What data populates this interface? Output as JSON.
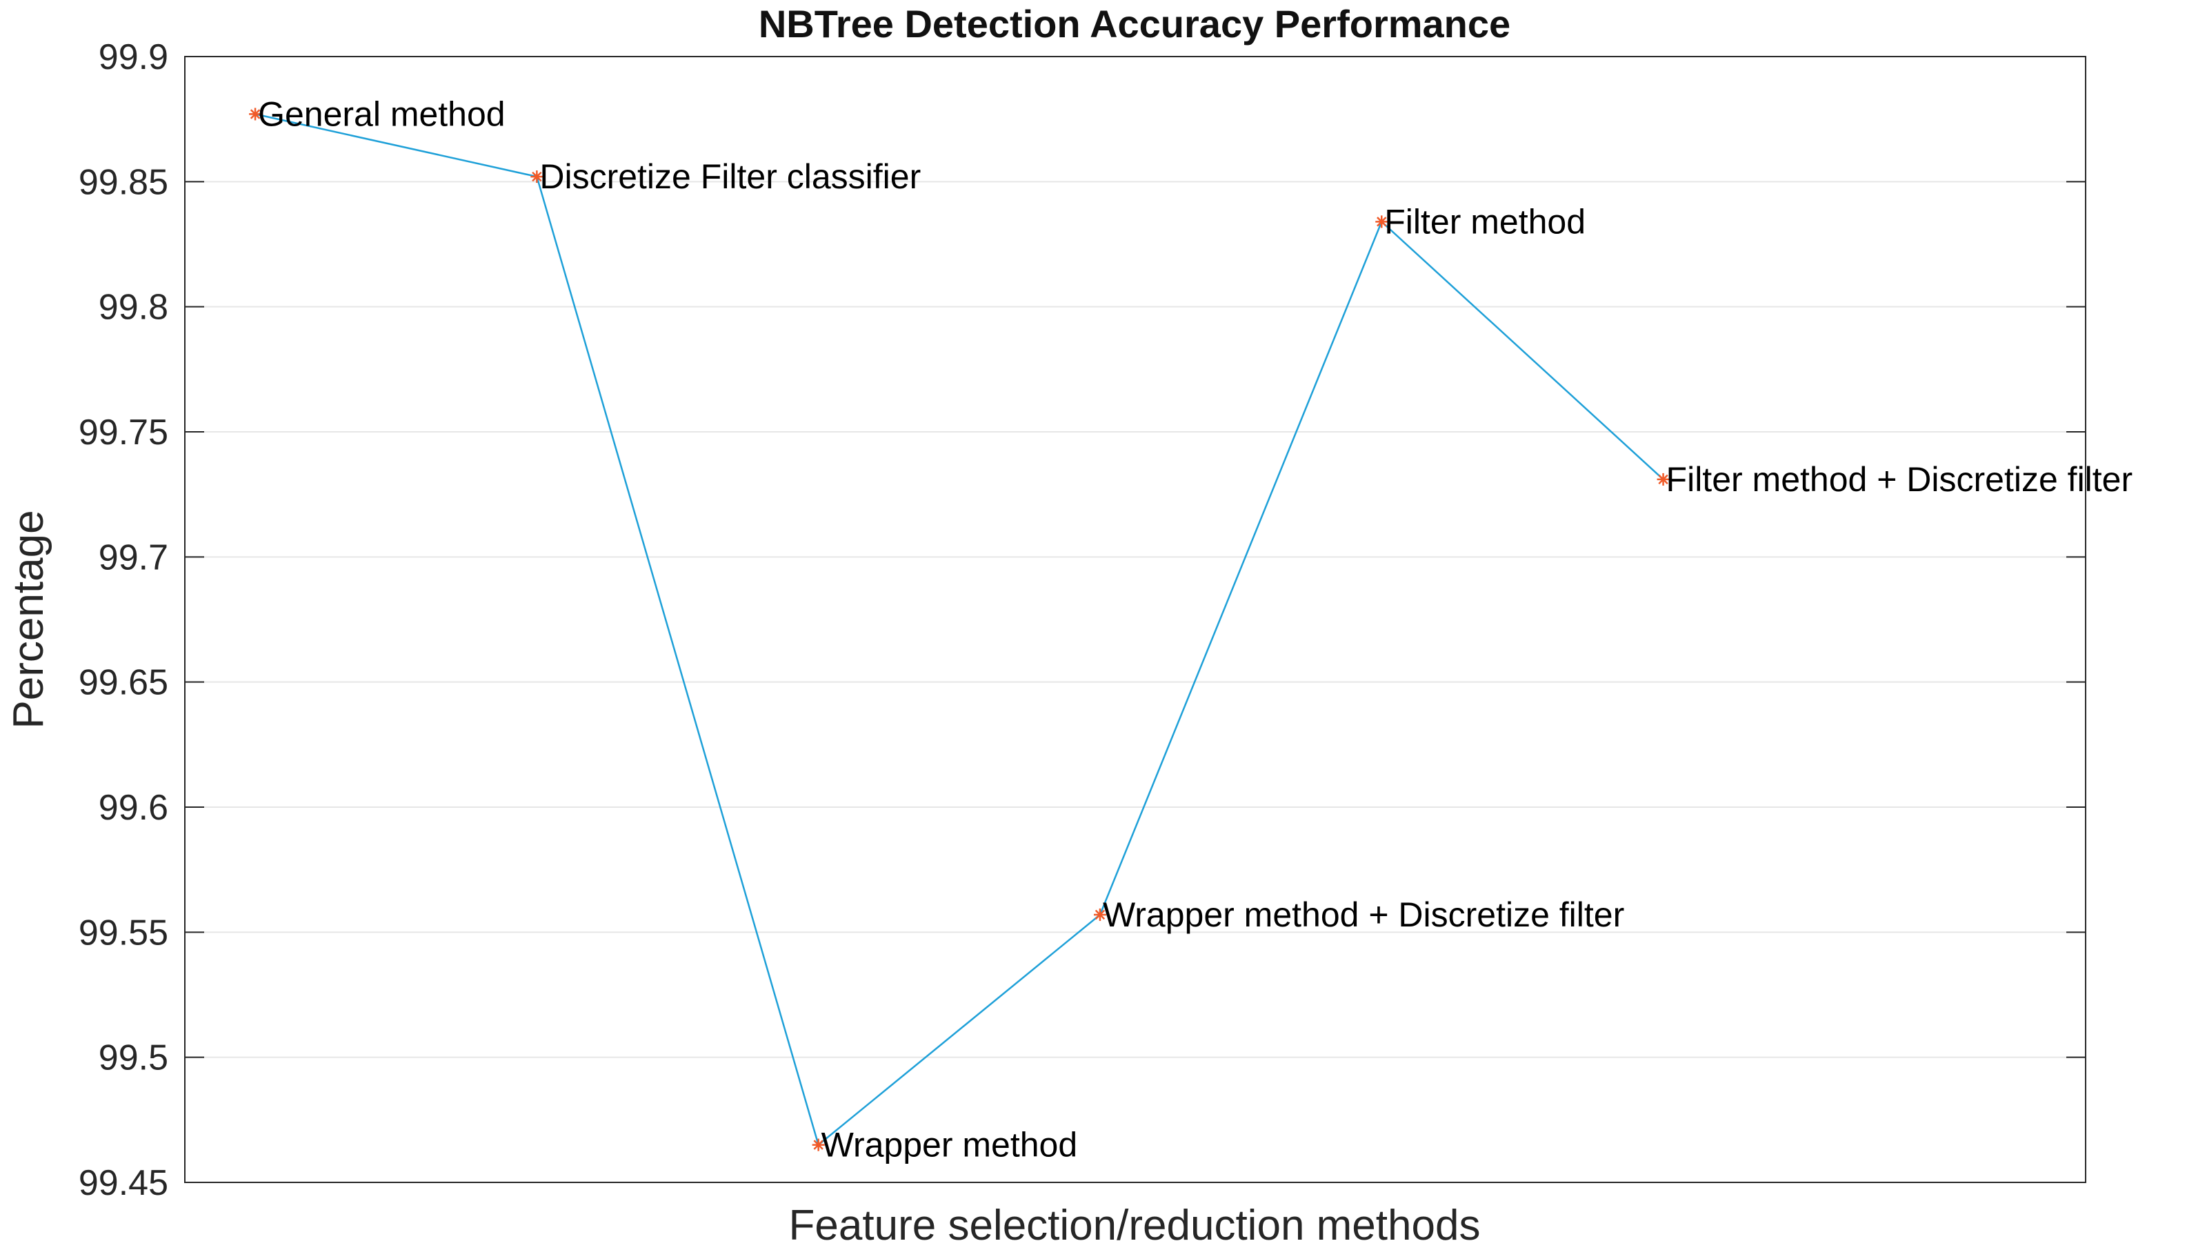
{
  "chart_data": {
    "type": "line",
    "title": "NBTree Detection Accuracy Performance",
    "xlabel": "Feature selection/reduction methods",
    "ylabel": "Percentage",
    "ylim": [
      99.45,
      99.9
    ],
    "yticks": [
      "99.9",
      "99.85",
      "99.8",
      "99.75",
      "99.7",
      "99.65",
      "99.6",
      "99.55",
      "99.5",
      "99.45"
    ],
    "grid": true,
    "x": [
      1,
      2,
      3,
      4,
      5,
      6
    ],
    "xlim": [
      0.75,
      7.5
    ],
    "categories": [
      "General method",
      "Discretize Filter classifier",
      "Wrapper method",
      "Wrapper method + Discretize filter",
      "Filter method",
      "Filter method + Discretize filter"
    ],
    "values": [
      99.877,
      99.852,
      99.465,
      99.557,
      99.834,
      99.731
    ],
    "line_color": "#1ea0d8",
    "marker_color": "#f05a28",
    "marker": "*"
  }
}
